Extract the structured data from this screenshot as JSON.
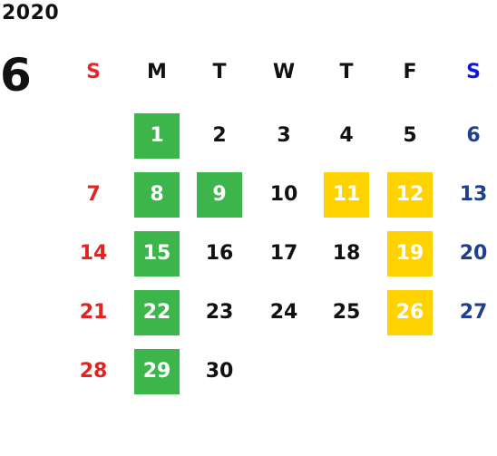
{
  "calendar": {
    "year": "2020",
    "month": "6",
    "weekdays": [
      "S",
      "M",
      "T",
      "W",
      "T",
      "F",
      "S"
    ],
    "weekday_colors": [
      "#e8262a",
      "#111111",
      "#111111",
      "#111111",
      "#111111",
      "#111111",
      "#1414d8"
    ],
    "day_colors": {
      "sunday": "#e02424",
      "weekday": "#111111",
      "saturday": "#1f3f8f",
      "on_highlight": "#ffffff"
    },
    "highlight_colors": {
      "green": "#3cb54a",
      "yellow": "#ffd300"
    },
    "first_weekday": 1,
    "days_in_month": 30,
    "highlights": {
      "1": "green",
      "8": "green",
      "9": "green",
      "15": "green",
      "22": "green",
      "29": "green",
      "11": "yellow",
      "12": "yellow",
      "19": "yellow",
      "26": "yellow"
    }
  }
}
